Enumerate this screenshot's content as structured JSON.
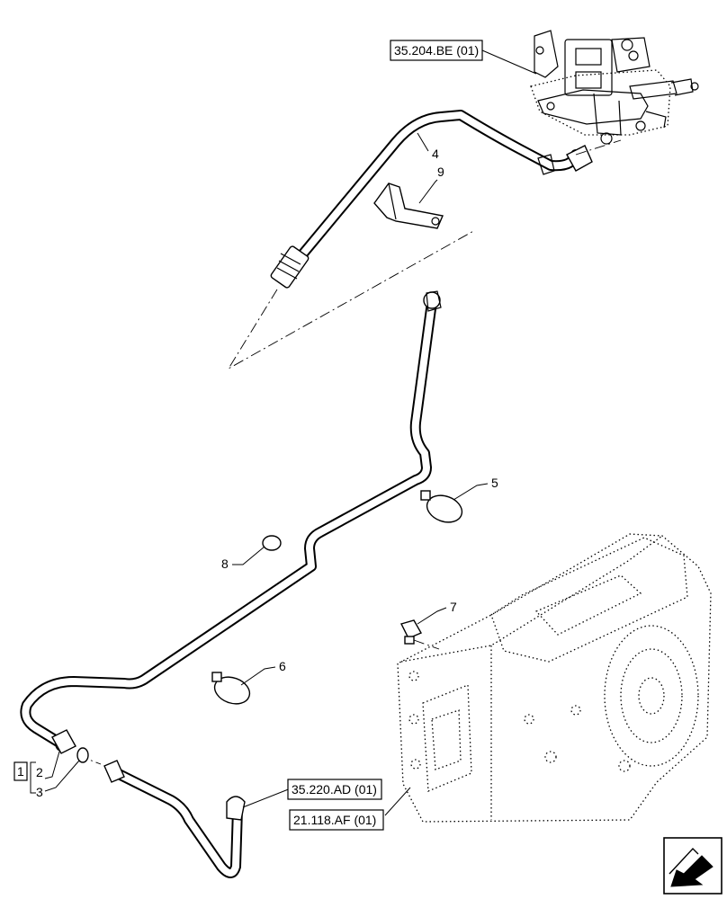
{
  "references": {
    "top": "35.204.BE (01)",
    "pipe_end": "35.220.AD (01)",
    "housing": "21.118.AF (01)"
  },
  "callouts": {
    "c1": "1",
    "c2": "2",
    "c3": "3",
    "c4": "4",
    "c5": "5",
    "c6": "6",
    "c7": "7",
    "c8": "8",
    "c9": "9"
  },
  "nav_icon": "next-page-arrow-icon"
}
